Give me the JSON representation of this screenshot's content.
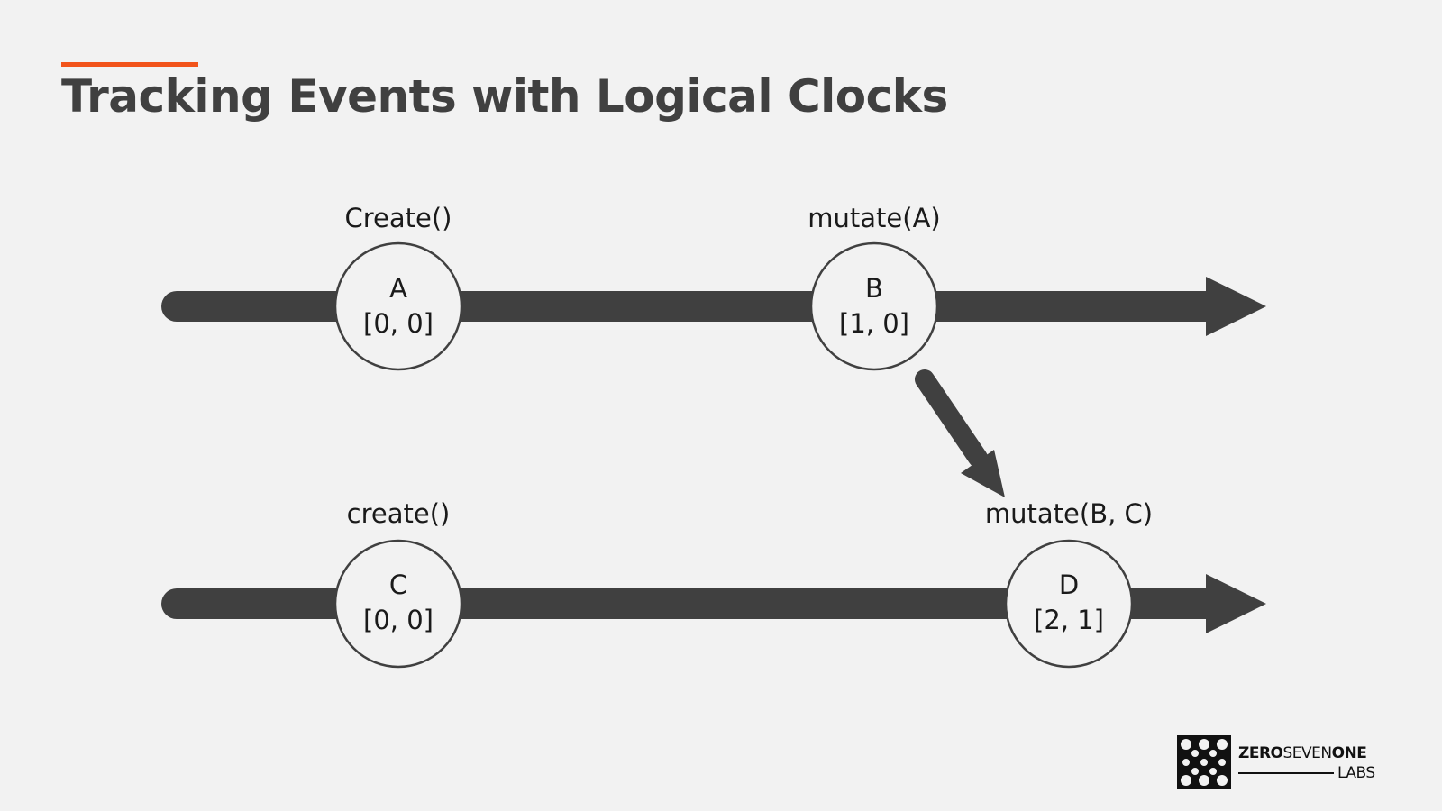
{
  "title": "Tracking Events with Logical Clocks",
  "colors": {
    "background": "#f2f2f2",
    "accent": "#f2541b",
    "line": "#404040",
    "node_fill": "#f2f2f2",
    "text": "#1a1a1a"
  },
  "timelines": [
    {
      "events": [
        {
          "operation": "Create()",
          "name": "A",
          "clock": "[0, 0]"
        },
        {
          "operation": "mutate(A)",
          "name": "B",
          "clock": "[1, 0]"
        }
      ]
    },
    {
      "events": [
        {
          "operation": "create()",
          "name": "C",
          "clock": "[0, 0]"
        },
        {
          "operation": "mutate(B, C)",
          "name": "D",
          "clock": "[2, 1]"
        }
      ]
    }
  ],
  "dependency": {
    "from": "B",
    "to": "D"
  },
  "logo": {
    "word_zero": "ZERO",
    "word_seven": "SEVEN",
    "word_one": "ONE",
    "word_labs": "LABS"
  }
}
